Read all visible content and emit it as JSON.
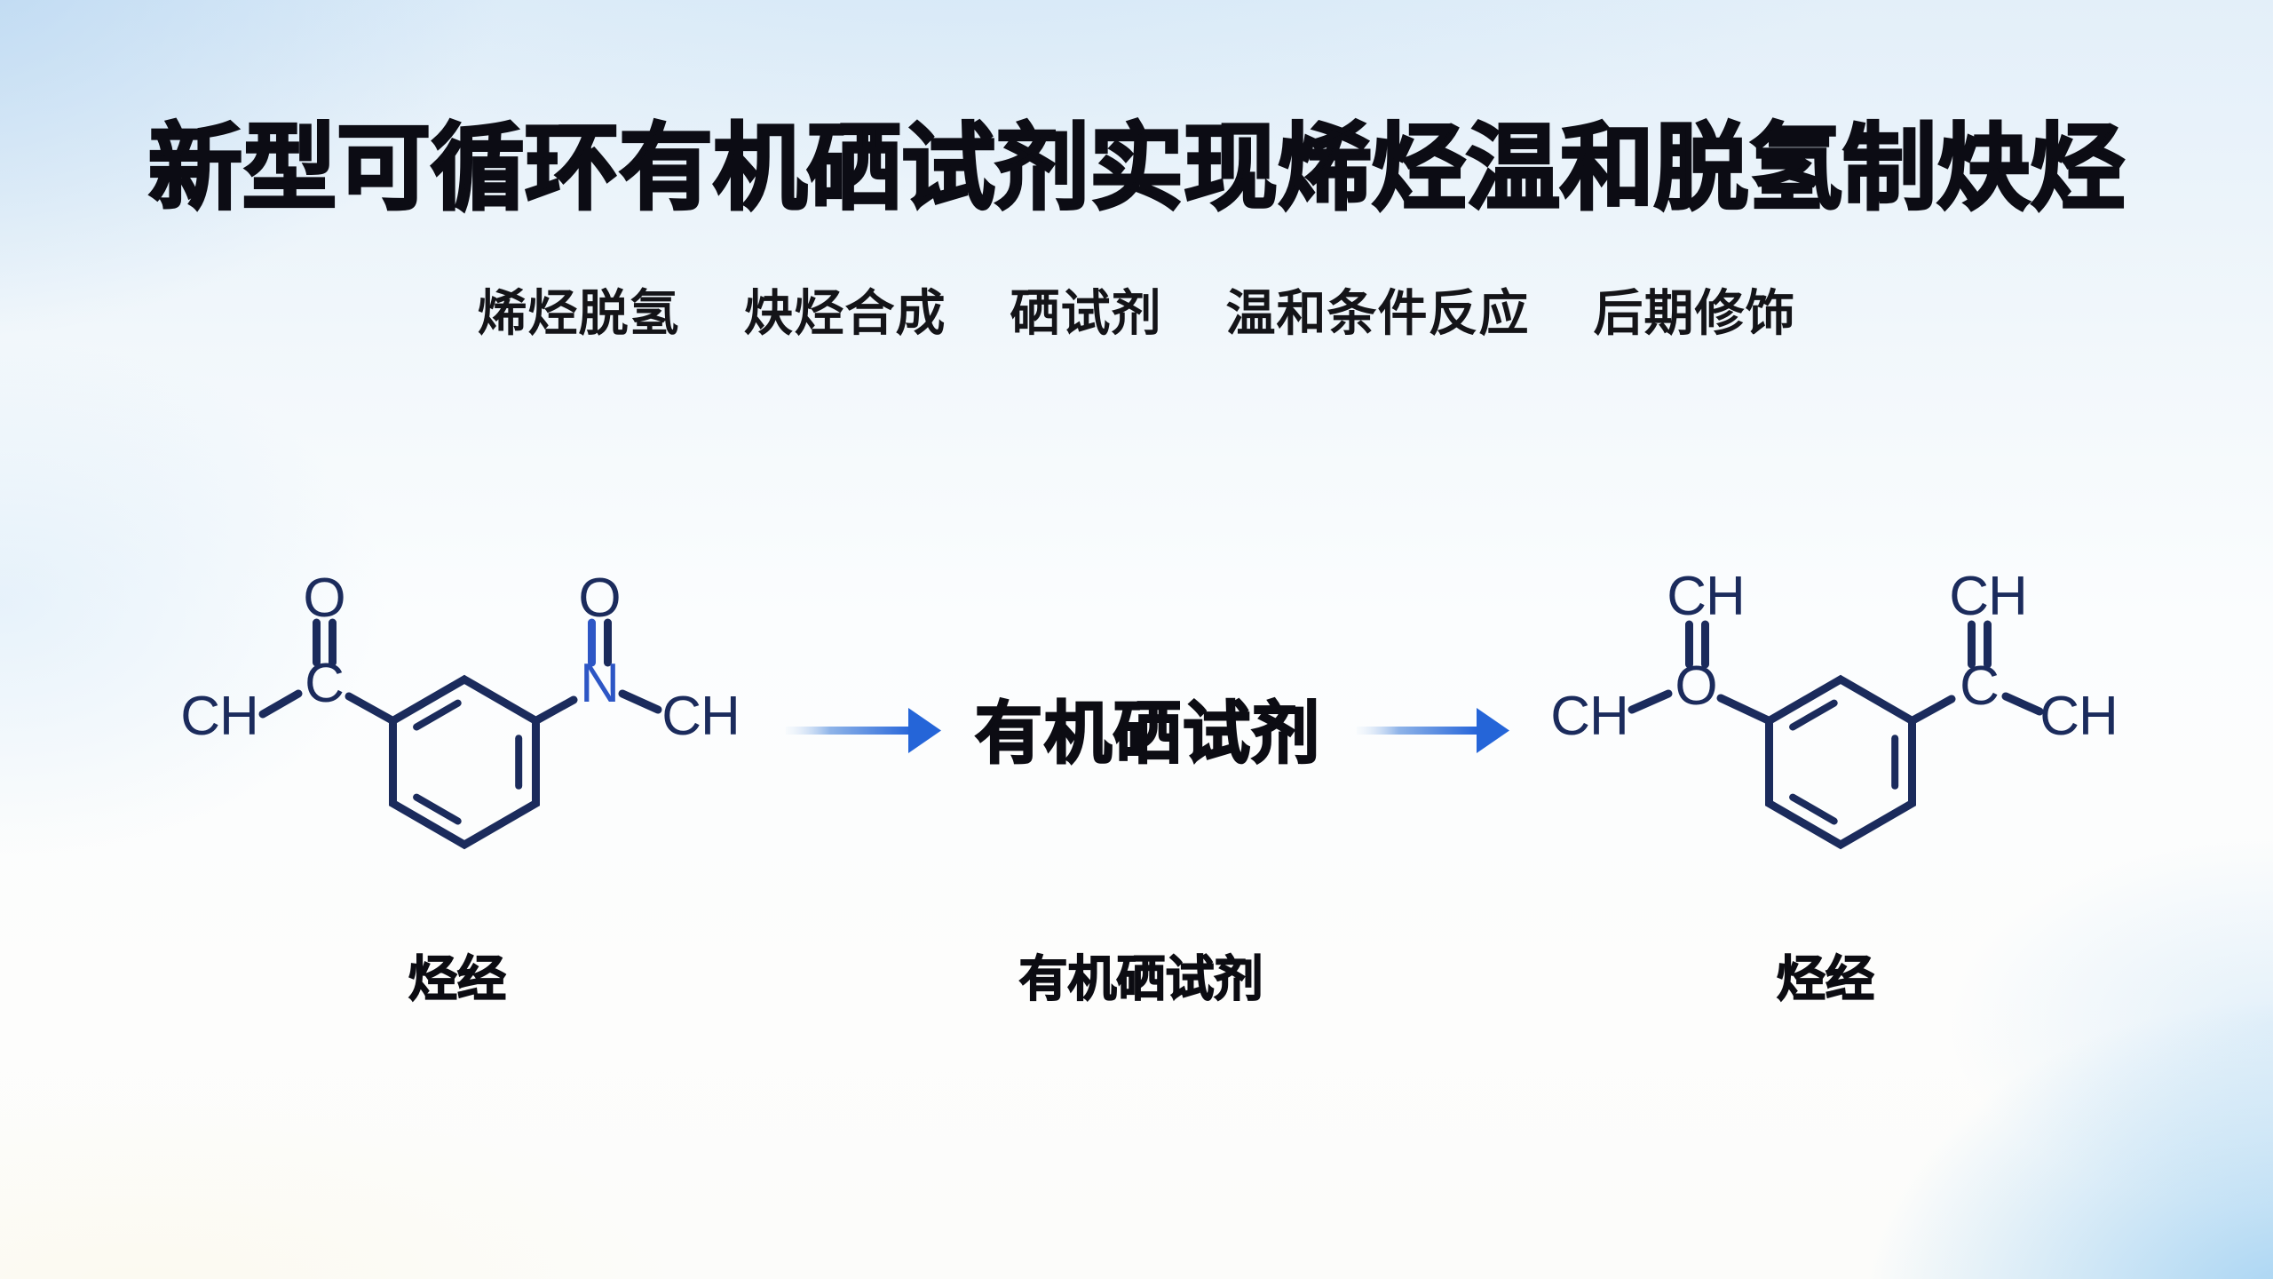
{
  "title": "新型可循环有机硒试剂实现烯烃温和脱氢制炔烃",
  "keywords": [
    "烯烃脱氢",
    "炔烃合成",
    "硒试剂",
    "温和条件反应",
    "后期修饰"
  ],
  "reaction": {
    "reagent_text": "有机硒试剂",
    "labels": {
      "left": "烃经",
      "center": "有机硒试剂",
      "right": "烃经"
    }
  },
  "molecules": {
    "left": {
      "o_top_left": "O",
      "carbonyl_c": "C",
      "ch_left": "CH",
      "n_atom": "N",
      "o_top_right": "O",
      "ch_right": "CH"
    },
    "right": {
      "ch_top_left": "CH",
      "o_junction": "O",
      "ch_left": "CH",
      "ch_top_right": "CH",
      "c_junction": "C",
      "ch_right": "CH"
    }
  },
  "colors": {
    "bond_navy": "#1b2b5c",
    "nitrogen_blue": "#2d56c5",
    "arrow_blue": "#2565d8",
    "title_black": "#0c0c14",
    "background_sky": "#e3eff9"
  }
}
